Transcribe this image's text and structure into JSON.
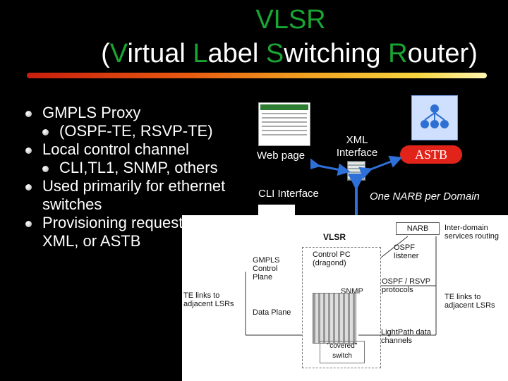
{
  "title": {
    "line1": "VLSR",
    "line2_parts": [
      "(",
      "V",
      "irtual ",
      "L",
      "abel ",
      "S",
      "witching ",
      "R",
      "outer)"
    ]
  },
  "bullets": [
    {
      "level": 1,
      "text": "GMPLS Proxy"
    },
    {
      "level": 2,
      "text": "(OSPF-TE, RSVP-TE)"
    },
    {
      "level": 1,
      "text": "Local control channel"
    },
    {
      "level": 2,
      "text": "CLI,TL1, SNMP, others"
    },
    {
      "level": 1,
      "text": "Used primarily for ethernet switches"
    },
    {
      "level": 1,
      "text": "Provisioning requests via CLI, XML, or ASTB"
    }
  ],
  "labels": {
    "web_page": "Web page",
    "xml_interface": "XML Interface",
    "astb": "ASTB",
    "cli_interface": "CLI Interface",
    "one_narb": "One NARB per Domain"
  },
  "diagram": {
    "vlsr": "VLSR",
    "narb": "NARB",
    "inter_domain": "Inter-domain services routing",
    "gmpls_control_plane": "GMPLS Control Plane",
    "control_pc": "Control PC (dragond)",
    "ospf_listener": "OSPF listener",
    "ospf_rsvp": "OSPF / RSVP protocols",
    "snmp": "SNMP",
    "te_links_left": "TE links to adjacent LSRs",
    "te_links_right": "TE links to adjacent LSRs",
    "data_plane": "Data Plane",
    "covered_switch": "\"covered\" switch",
    "lightpath": "LightPath data channels"
  },
  "colors": {
    "accent_green": "#19a532",
    "astb_red": "#e2231a",
    "arrow_blue": "#2f6fd8"
  }
}
